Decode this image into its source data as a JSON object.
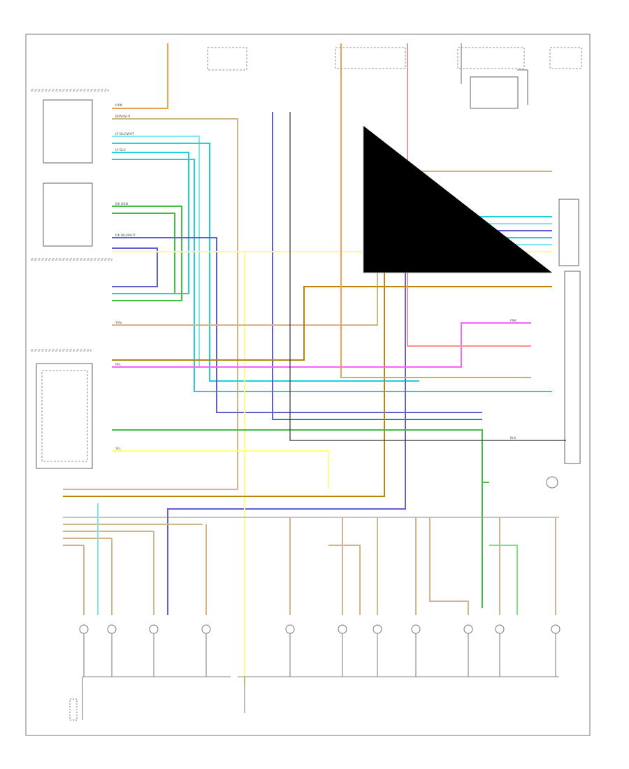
{
  "diagram": {
    "title": "",
    "colors": {
      "border": "#777777",
      "orange": "#F0A050",
      "brown": "#B8860B",
      "tan": "#D2B48C",
      "cyan": "#20D0D8",
      "light_cyan": "#7FE8EE",
      "blue": "#6060D0",
      "green": "#40C040",
      "light_green": "#80E080",
      "pink": "#FF60FF",
      "light_pink": "#FF9090",
      "yellow": "#FFFF80",
      "gray": "#888888",
      "black": "#333333"
    },
    "wire_labels": [
      {
        "id": "w-orn-1",
        "text": "ORN"
      },
      {
        "id": "w-brn-1",
        "text": "BRN/WHT"
      },
      {
        "id": "w-lt-blu-1",
        "text": "LT BLU/WHT"
      },
      {
        "id": "w-lt-blu-2",
        "text": "LT BLU"
      },
      {
        "id": "w-dk-grn",
        "text": "DK GRN"
      },
      {
        "id": "w-dk-blu",
        "text": "DK BLU/WHT"
      },
      {
        "id": "w-ppl",
        "text": "PPL"
      },
      {
        "id": "w-yel",
        "text": "YEL"
      },
      {
        "id": "w-tan",
        "text": "TAN"
      },
      {
        "id": "w-pnk",
        "text": "PNK"
      },
      {
        "id": "w-blk",
        "text": "BLK"
      }
    ],
    "footer_code": "",
    "footer_code2": ""
  }
}
